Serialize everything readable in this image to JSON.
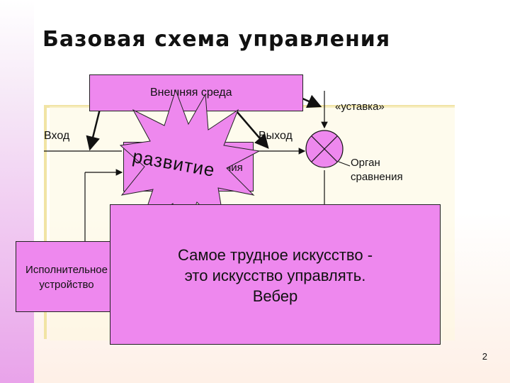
{
  "title": "Базовая схема управления",
  "diagram": {
    "environment_label": "Внешняя среда",
    "setpoint_label": "«уставка»",
    "input_label": "Вход",
    "output_label": "Выход",
    "object_label_fragment": "ния",
    "burst_label": "развитие",
    "comparator_label": "Орган сравнения",
    "actuator_label": "Исполнительное устройство"
  },
  "quote": {
    "line1": "Самое трудное искусство  -",
    "line2": "это искусство управлять.",
    "author": "Вебер"
  },
  "page_number": "2",
  "colors": {
    "box_fill": "#ee88ee",
    "burst_fill": "#ee88ee"
  }
}
